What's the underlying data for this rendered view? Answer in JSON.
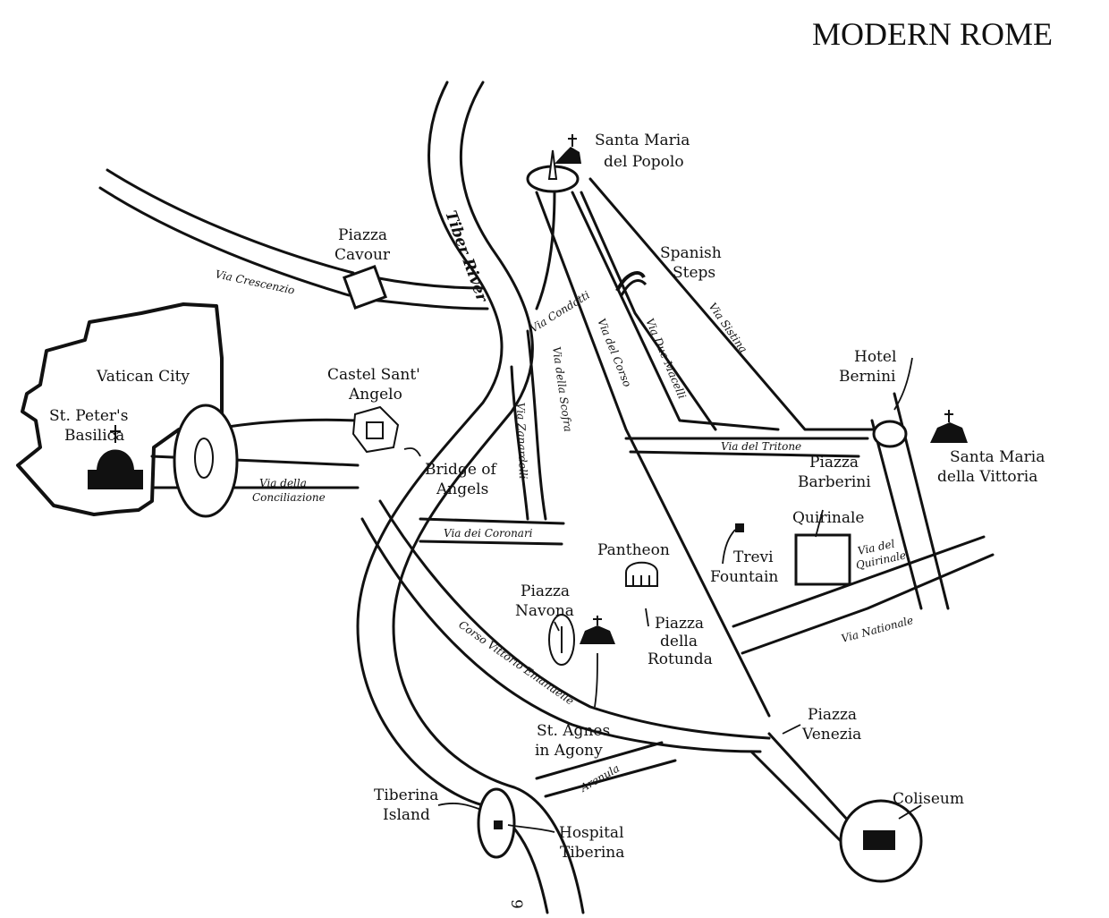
{
  "title": "MODERN ROME",
  "page_number": "9",
  "labels": {
    "santa_maria_popolo": [
      "Santa Maria",
      "del Popolo"
    ],
    "piazza_cavour": [
      "Piazza",
      "Cavour"
    ],
    "spanish_steps": [
      "Spanish",
      "Steps"
    ],
    "vatican_city": "Vatican City",
    "st_peters": [
      "St. Peter's",
      "Basilica"
    ],
    "castel": [
      "Castel Sant'",
      "Angelo"
    ],
    "bridge_angels": [
      "Bridge of",
      "Angels"
    ],
    "hotel_bernini": [
      "Hotel",
      "Bernini"
    ],
    "santa_maria_vittoria": [
      "Santa Maria",
      "della Vittoria"
    ],
    "piazza_barberini": [
      "Piazza",
      "Barberini"
    ],
    "quirinale": "Quirinale",
    "trevi": [
      "Trevi",
      "Fountain"
    ],
    "pantheon": "Pantheon",
    "piazza_navona": [
      "Piazza",
      "Navona"
    ],
    "piazza_rotunda": [
      "Piazza",
      "della",
      "Rotunda"
    ],
    "st_agnes": [
      "St. Agnes",
      "in Agony"
    ],
    "piazza_venezia": [
      "Piazza",
      "Venezia"
    ],
    "coliseum": "Coliseum",
    "tiberina_island": [
      "Tiberina",
      "Island"
    ],
    "hospital_tiberina": [
      "Hospital",
      "Tiberina"
    ]
  },
  "streets": {
    "tiber_river": "Tiber River",
    "via_crescenzio": "Via Crescenzio",
    "via_condotti": "Via Condotti",
    "via_del_corso": "Via del Corso",
    "via_due_macelli": "Via Due Macelli",
    "via_sistina": "Via Sistina",
    "via_della_scofra": "Via della Scofra",
    "via_zanardelli": "Via Zanardelli",
    "via_conciliazione": [
      "Via della",
      "Conciliazione"
    ],
    "via_del_tritone": "Via del Tritone",
    "via_dei_coronari": "Via dei Coronari",
    "via_del_quirinale": [
      "Via del",
      "Quirinale"
    ],
    "via_nationale": "Via Nationale",
    "corso_vittorio": "Corso Vittorio Emanuelle",
    "arenula": "Arenula"
  }
}
